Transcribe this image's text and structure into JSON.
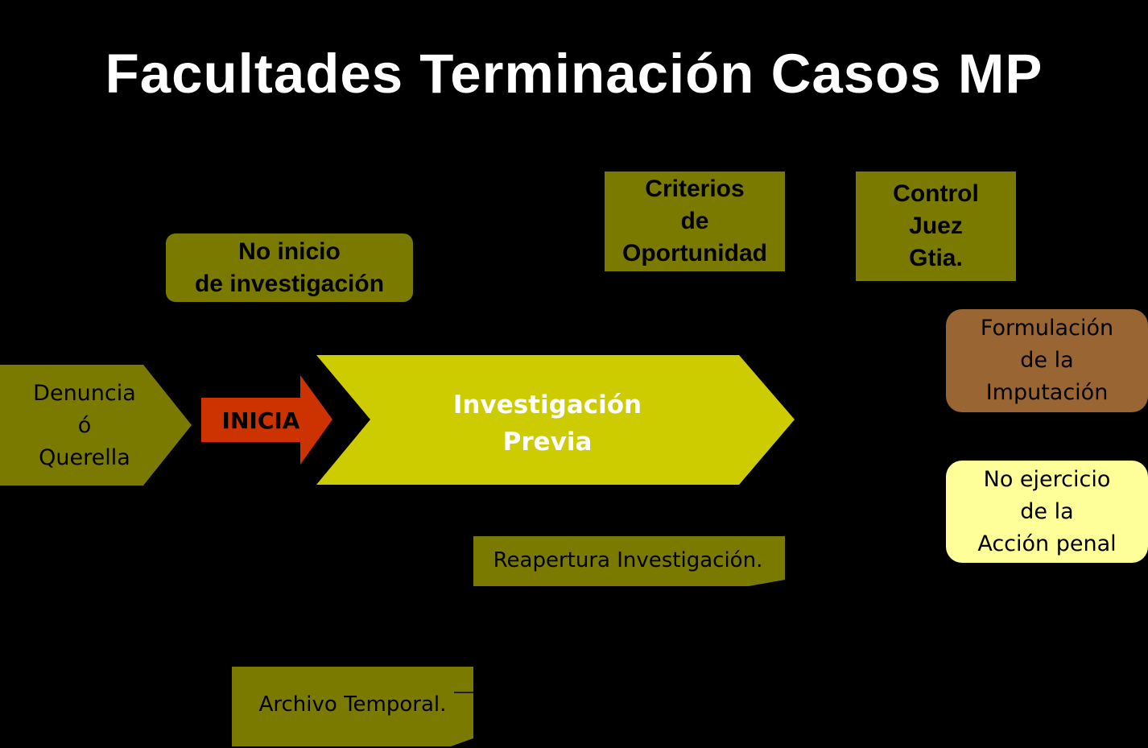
{
  "title": "Facultades Terminación Casos MP",
  "colors": {
    "olive": "#7a7a00",
    "lime": "#cccc00",
    "red_arrow": "#cc3300",
    "brown": "#996633",
    "pale_yellow": "#ffff99",
    "background": "#000000"
  },
  "nodes": {
    "no_inicio": "No inicio\nde investigación",
    "criterios": "Criterios\nde\nOportunidad",
    "control": "Control\nJuez\nGtia.",
    "formulacion": "Formulación\nde la\nImputación",
    "no_ejercicio": "No ejercicio\nde la\nAcción penal",
    "denuncia": "Denuncia\nó\nQuerella",
    "inicia": "INICIA",
    "investigacion": "Investigación\nPrevia",
    "reapertura": "Reapertura Investigación.",
    "archivo": "Archivo Temporal."
  }
}
